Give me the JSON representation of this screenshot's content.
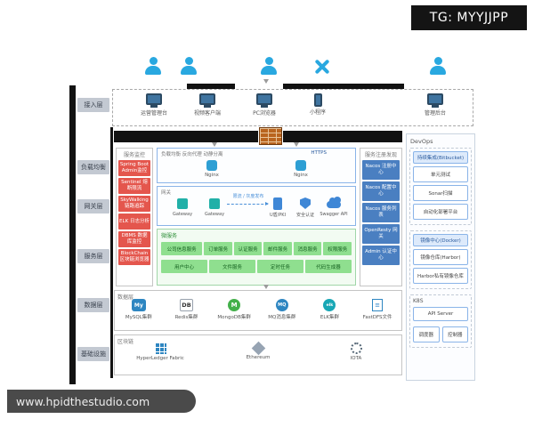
{
  "overlay": {
    "tg_label": "TG: MYYJJPP",
    "watermark": "www.hpidthestudio.com"
  },
  "layers": [
    "接入层",
    "负载均衡",
    "网关层",
    "服务层",
    "数据层",
    "基础设施"
  ],
  "access": {
    "devices": [
      {
        "label": "运营管理台"
      },
      {
        "label": "视频客户端"
      },
      {
        "label": "PC浏览器"
      },
      {
        "label": "小程序"
      },
      {
        "label": "管理后台"
      }
    ]
  },
  "monitoring": {
    "title": "服务监控",
    "items": [
      {
        "label": "Spring Boot Admin监控"
      },
      {
        "label": "Sentinel 熔断限流"
      },
      {
        "label": "SkyWalking 链路追踪"
      },
      {
        "label": "ELK 日志分析"
      },
      {
        "label": "DBMS 数据库监控"
      },
      {
        "label": "BlockChain 区块链浏览器"
      }
    ]
  },
  "loadbalancer": {
    "title": "负载均衡 反向代理 动静分离",
    "protocol": "HTTPS",
    "nodes": [
      {
        "label": "Nginx"
      },
      {
        "label": "Nginx"
      }
    ]
  },
  "gateway": {
    "title": "网关",
    "nodes": [
      {
        "label": "Gateway"
      },
      {
        "label": "Gateway"
      }
    ],
    "flow_label": "限流 / 灰度发布",
    "security": [
      {
        "label": "U盾/PKI"
      },
      {
        "label": "安全认证"
      },
      {
        "label": "Swagger API"
      }
    ]
  },
  "microservices": {
    "title": "微服务",
    "row1": [
      {
        "label": "公司信息服务"
      },
      {
        "label": "订单服务"
      },
      {
        "label": "认证服务"
      },
      {
        "label": "邮件服务"
      },
      {
        "label": "消息服务"
      },
      {
        "label": "权限服务"
      }
    ],
    "row2": [
      {
        "label": "用户中心"
      },
      {
        "label": "文件服务"
      },
      {
        "label": "定时任务"
      },
      {
        "label": "代码生成器"
      }
    ]
  },
  "registry": {
    "title": "服务注册发现",
    "items": [
      {
        "label": "Nacos 注册中心"
      },
      {
        "label": "Nacos 配置中心"
      },
      {
        "label": "Nacos 服务列表"
      },
      {
        "label": "OpenResty 网关"
      },
      {
        "label": "Admin 认证中心"
      }
    ]
  },
  "datalayer": {
    "title": "数据层",
    "items": [
      {
        "label": "MySQL集群",
        "glyph": "My"
      },
      {
        "label": "Redis集群",
        "glyph": "DB"
      },
      {
        "label": "MongoDB集群",
        "glyph": "M"
      },
      {
        "label": "MQ消息集群",
        "glyph": "MQ"
      },
      {
        "label": "ELK集群",
        "glyph": "elk"
      },
      {
        "label": "FastDFS文件",
        "glyph": "≡"
      }
    ]
  },
  "blockchain": {
    "title": "区块链",
    "items": [
      {
        "label": "HyperLedger Fabric"
      },
      {
        "label": "Ethereum"
      },
      {
        "label": "IOTA"
      }
    ]
  },
  "devops": {
    "title": "DevOps",
    "ci": {
      "header": "持续集成(Bitbucket)",
      "items": [
        {
          "label": "单元测试"
        },
        {
          "label": "Sonar扫描"
        },
        {
          "label": "自动化部署平台"
        }
      ]
    },
    "images": {
      "header": "镜像中心(Docker)",
      "items": [
        {
          "label": "镜像仓库(Harbor)"
        },
        {
          "label": "Harbor私有镜像仓库"
        }
      ]
    },
    "k8s": {
      "header": "K8S",
      "items": [
        {
          "label": "API Server"
        },
        {
          "label": "调度器"
        },
        {
          "label": "控制器"
        }
      ]
    }
  }
}
